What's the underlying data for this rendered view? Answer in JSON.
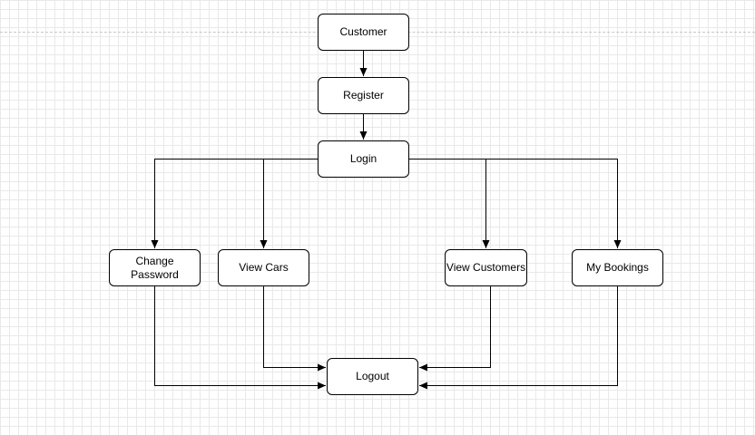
{
  "colors": {
    "stroke": "#000000",
    "node_fill": "#ffffff",
    "grid": "#e9e9e9",
    "guide": "#c8c8c8"
  },
  "nodes": {
    "customer": "Customer",
    "register": "Register",
    "login": "Login",
    "change_password": "Change\nPassword",
    "view_cars": "View Cars",
    "view_customers": "View Customers",
    "my_bookings": "My Bookings",
    "logout": "Logout"
  },
  "edges": [
    {
      "from": "customer",
      "to": "register"
    },
    {
      "from": "register",
      "to": "login"
    },
    {
      "from": "login",
      "to": "change_password"
    },
    {
      "from": "login",
      "to": "view_cars"
    },
    {
      "from": "login",
      "to": "view_customers"
    },
    {
      "from": "login",
      "to": "my_bookings"
    },
    {
      "from": "change_password",
      "to": "logout"
    },
    {
      "from": "view_cars",
      "to": "logout"
    },
    {
      "from": "view_customers",
      "to": "logout"
    },
    {
      "from": "my_bookings",
      "to": "logout"
    }
  ]
}
